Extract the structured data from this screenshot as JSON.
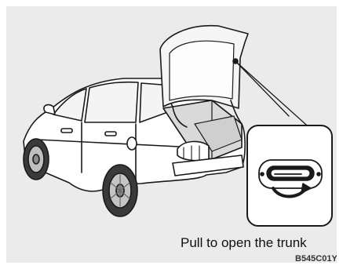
{
  "illustration": {
    "subject": "car with open trunk and handle detail inset",
    "background_color": "#ebebeb"
  },
  "caption": "Pull to open the trunk",
  "figure_code": "B545C01Y"
}
